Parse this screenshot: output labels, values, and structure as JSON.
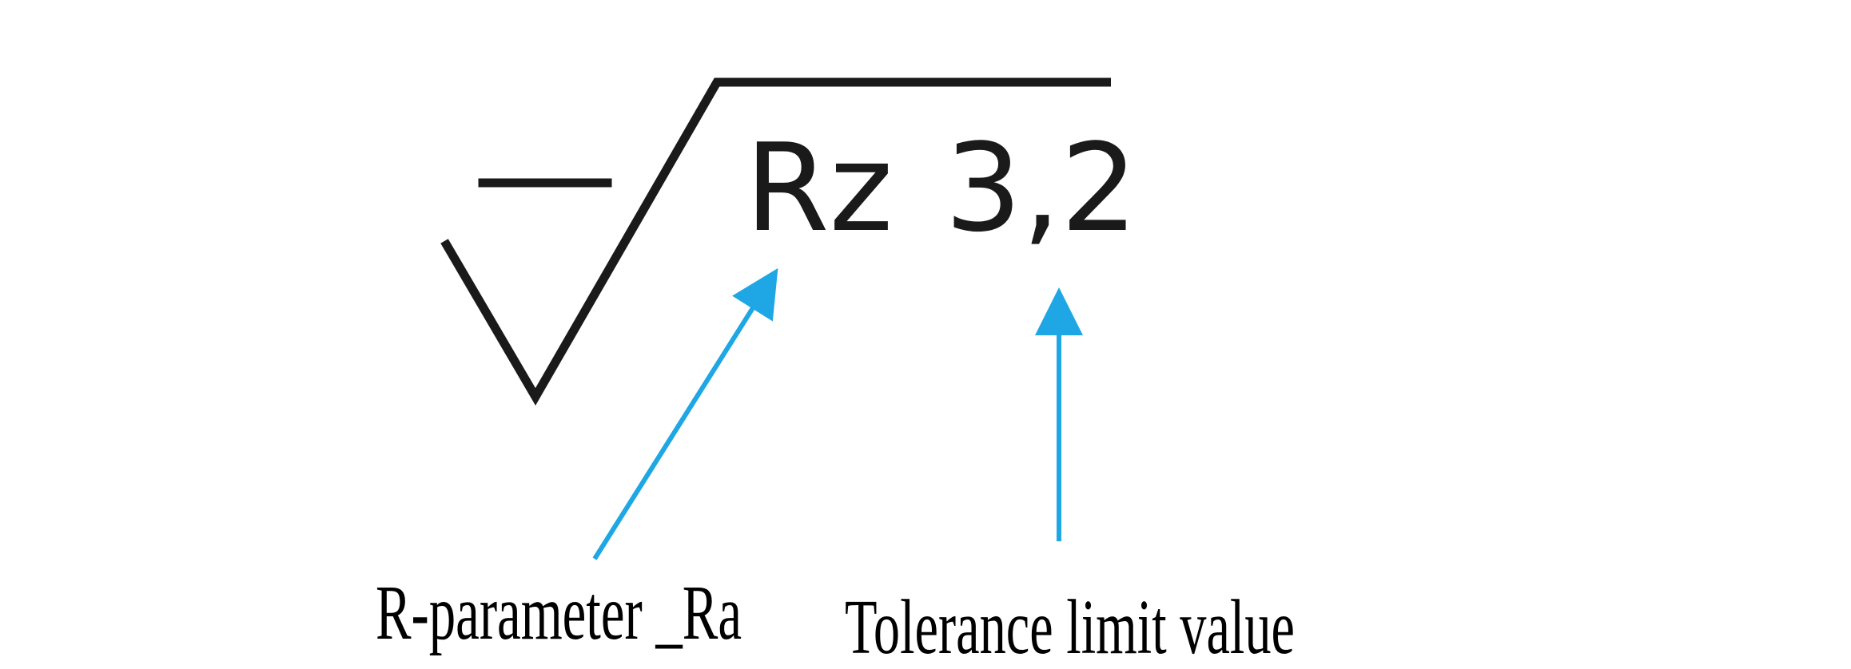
{
  "symbol": {
    "parameter": "Rz",
    "value": "3,2"
  },
  "callouts": {
    "parameter_label": "R-parameter _Ra",
    "value_label": "Tolerance limit value"
  },
  "colors": {
    "symbol_stroke": "#1a1a1a",
    "arrow": "#1ea7e4",
    "label_text": "#000000",
    "background": "#ffffff"
  }
}
